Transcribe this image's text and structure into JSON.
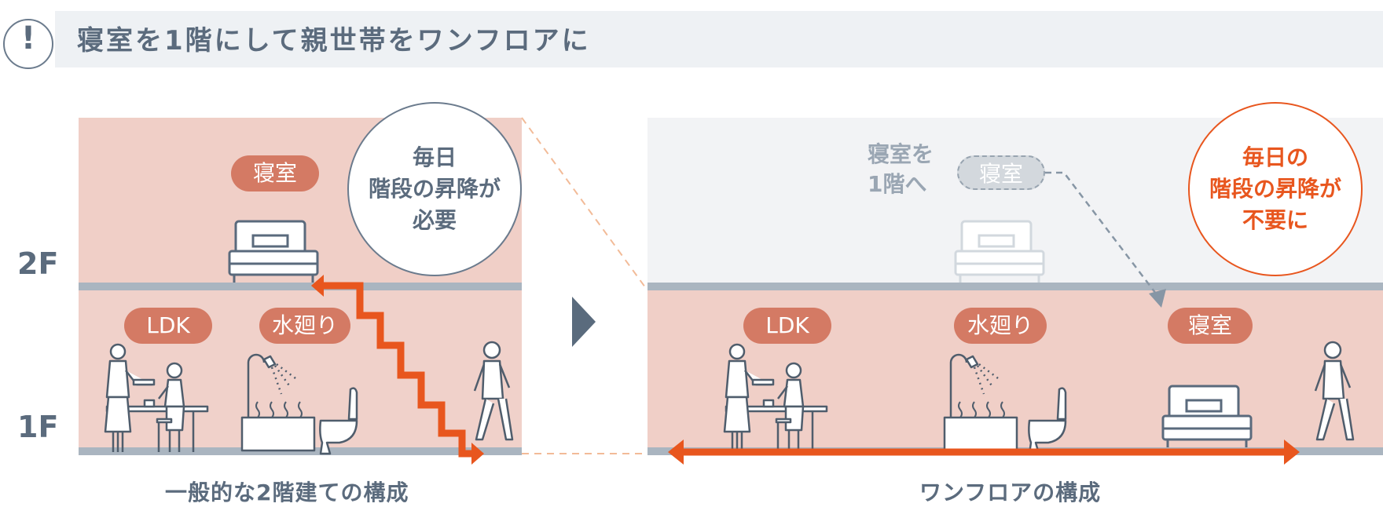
{
  "header": {
    "title": "寝室を1階にして親世帯をワンフロアに",
    "mark": "!"
  },
  "floors": {
    "upper": "2F",
    "lower": "1F"
  },
  "left": {
    "caption": "一般的な2階建ての構成",
    "rooms": {
      "bedroom": "寝室",
      "ldk": "LDK",
      "water": "水廻り"
    },
    "bubble": [
      "毎日",
      "階段の昇降が",
      "必要"
    ]
  },
  "right": {
    "caption": "ワンフロアの構成",
    "rooms": {
      "bedroom_old": "寝室",
      "ldk": "LDK",
      "water": "水廻り",
      "bedroom": "寝室"
    },
    "note": [
      "寝室を",
      "1階へ"
    ],
    "bubble": [
      "毎日の",
      "階段の昇降が",
      "不要に"
    ]
  },
  "colors": {
    "accent": "#e8561e",
    "pink_bg": "#f0cfc7",
    "grey_bg": "#f2f3f5",
    "floor_line": "#aab5c0",
    "room_pill": "#d47a64",
    "text": "#5b6b7d"
  },
  "icons": [
    "exclamation-icon",
    "bed-icon",
    "family-dining-icon",
    "shower-bath-icon",
    "toilet-icon",
    "walking-person-icon",
    "staircase-arrow-icon",
    "play-arrow-icon",
    "double-arrow-icon"
  ]
}
